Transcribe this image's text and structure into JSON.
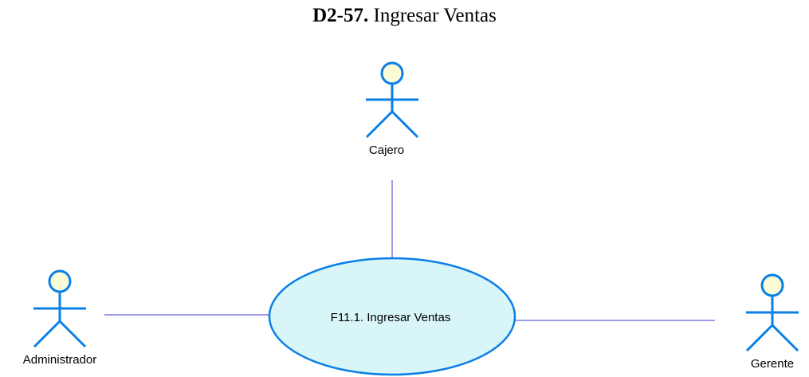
{
  "title": {
    "code": "D2-57.",
    "text": "Ingresar Ventas"
  },
  "actors": {
    "cajero": "Cajero",
    "administrador": "Administrador",
    "gerente": "Gerente"
  },
  "use_case": {
    "label": "F11.1. Ingresar Ventas"
  },
  "colors": {
    "actor_stroke": "#0a7fe6",
    "actor_head_fill": "#fbfbd6",
    "usecase_fill": "#d8f6f8",
    "usecase_stroke": "#0a7fe6",
    "association": "#3a3ad6"
  }
}
